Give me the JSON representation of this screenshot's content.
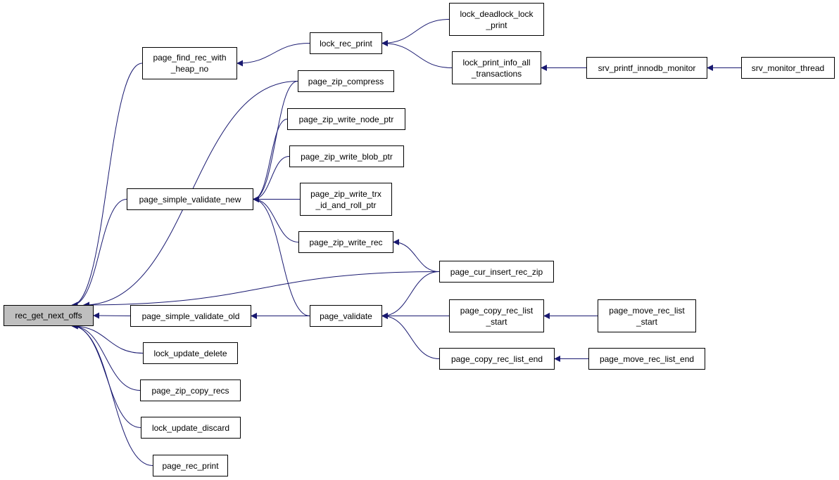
{
  "diagram": {
    "colors": {
      "edge": "#191970",
      "root_fill": "#bfbfbf",
      "node_fill": "#ffffff",
      "border": "#000000"
    },
    "nodes": {
      "rec_get_next_offs": "rec_get_next_offs",
      "page_find_rec_with_heap_no": "page_find_rec_with\n_heap_no",
      "page_simple_validate_new": "page_simple_validate_new",
      "page_simple_validate_old": "page_simple_validate_old",
      "lock_update_delete": "lock_update_delete",
      "page_zip_copy_recs": "page_zip_copy_recs",
      "lock_update_discard": "lock_update_discard",
      "page_rec_print": "page_rec_print",
      "lock_rec_print": "lock_rec_print",
      "page_zip_compress": "page_zip_compress",
      "page_zip_write_node_ptr": "page_zip_write_node_ptr",
      "page_zip_write_blob_ptr": "page_zip_write_blob_ptr",
      "page_zip_write_trx_id_and_roll_ptr": "page_zip_write_trx\n_id_and_roll_ptr",
      "page_zip_write_rec": "page_zip_write_rec",
      "page_validate": "page_validate",
      "lock_deadlock_lock_print": "lock_deadlock_lock\n_print",
      "lock_print_info_all_transactions": "lock_print_info_all\n_transactions",
      "page_cur_insert_rec_zip": "page_cur_insert_rec_zip",
      "page_copy_rec_list_start": "page_copy_rec_list\n_start",
      "page_copy_rec_list_end": "page_copy_rec_list_end",
      "srv_printf_innodb_monitor": "srv_printf_innodb_monitor",
      "page_move_rec_list_start": "page_move_rec_list\n_start",
      "page_move_rec_list_end": "page_move_rec_list_end",
      "srv_monitor_thread": "srv_monitor_thread"
    },
    "edges": [
      [
        "page_find_rec_with_heap_no",
        "rec_get_next_offs"
      ],
      [
        "page_simple_validate_new",
        "rec_get_next_offs"
      ],
      [
        "page_zip_compress",
        "rec_get_next_offs"
      ],
      [
        "page_cur_insert_rec_zip",
        "rec_get_next_offs"
      ],
      [
        "page_simple_validate_old",
        "rec_get_next_offs"
      ],
      [
        "lock_update_delete",
        "rec_get_next_offs"
      ],
      [
        "page_zip_copy_recs",
        "rec_get_next_offs"
      ],
      [
        "lock_update_discard",
        "rec_get_next_offs"
      ],
      [
        "page_rec_print",
        "rec_get_next_offs"
      ],
      [
        "lock_rec_print",
        "page_find_rec_with_heap_no"
      ],
      [
        "lock_deadlock_lock_print",
        "lock_rec_print"
      ],
      [
        "lock_print_info_all_transactions",
        "lock_rec_print"
      ],
      [
        "srv_printf_innodb_monitor",
        "lock_print_info_all_transactions"
      ],
      [
        "srv_monitor_thread",
        "srv_printf_innodb_monitor"
      ],
      [
        "page_zip_compress",
        "page_simple_validate_new"
      ],
      [
        "page_zip_write_node_ptr",
        "page_simple_validate_new"
      ],
      [
        "page_zip_write_blob_ptr",
        "page_simple_validate_new"
      ],
      [
        "page_zip_write_trx_id_and_roll_ptr",
        "page_simple_validate_new"
      ],
      [
        "page_zip_write_rec",
        "page_simple_validate_new"
      ],
      [
        "page_validate",
        "page_simple_validate_new"
      ],
      [
        "page_cur_insert_rec_zip",
        "page_zip_write_rec"
      ],
      [
        "page_validate",
        "page_simple_validate_old"
      ],
      [
        "page_cur_insert_rec_zip",
        "page_validate"
      ],
      [
        "page_copy_rec_list_start",
        "page_validate"
      ],
      [
        "page_copy_rec_list_end",
        "page_validate"
      ],
      [
        "page_move_rec_list_start",
        "page_copy_rec_list_start"
      ],
      [
        "page_move_rec_list_end",
        "page_copy_rec_list_end"
      ]
    ]
  }
}
